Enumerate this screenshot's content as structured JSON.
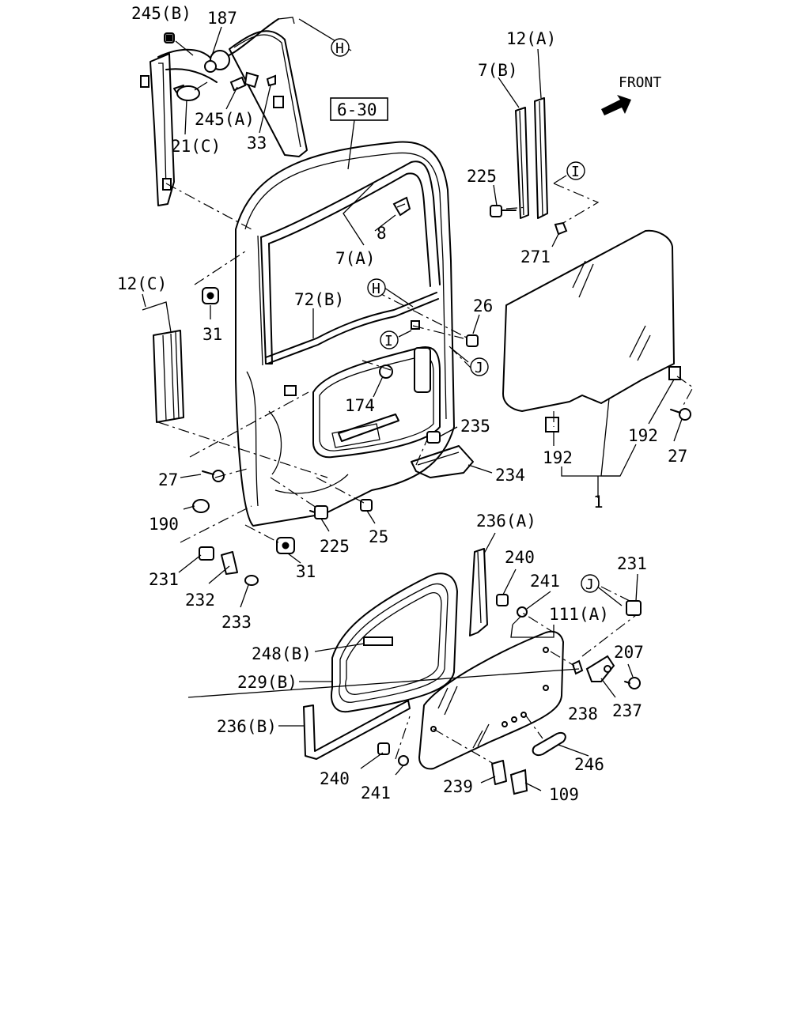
{
  "diagram": {
    "labels": {
      "l245b": "245(B)",
      "l187": "187",
      "l245a": "245(A)",
      "l21c": "21(C)",
      "l33": "33",
      "l630": "6-30",
      "l12a": "12(A)",
      "l7b": "7(B)",
      "front": "FRONT",
      "l225a": "225",
      "l271": "271",
      "l8": "8",
      "l7a": "7(A)",
      "l12c": "12(C)",
      "l72b": "72(B)",
      "l26": "26",
      "l31a": "31",
      "l174": "174",
      "l235": "235",
      "l192a": "192",
      "l192b": "192",
      "l27b": "27",
      "l27a": "27",
      "l234": "234",
      "l1": "1",
      "l190": "190",
      "l225b": "225",
      "l25": "25",
      "l31b": "31",
      "l236a": "236(A)",
      "l231a": "231",
      "l232": "232",
      "l233": "233",
      "l240a": "240",
      "l241a": "241",
      "l231b": "231",
      "l111a": "111(A)",
      "l207": "207",
      "l248b": "248(B)",
      "l229b": "229(B)",
      "l238": "238",
      "l237": "237",
      "l236b": "236(B)",
      "l246": "246",
      "l240b": "240",
      "l241b": "241",
      "l239": "239",
      "l109": "109"
    },
    "markers": {
      "h1": "H",
      "h2": "H",
      "i1": "I",
      "i2": "I",
      "j1": "J",
      "j2": "J"
    }
  }
}
